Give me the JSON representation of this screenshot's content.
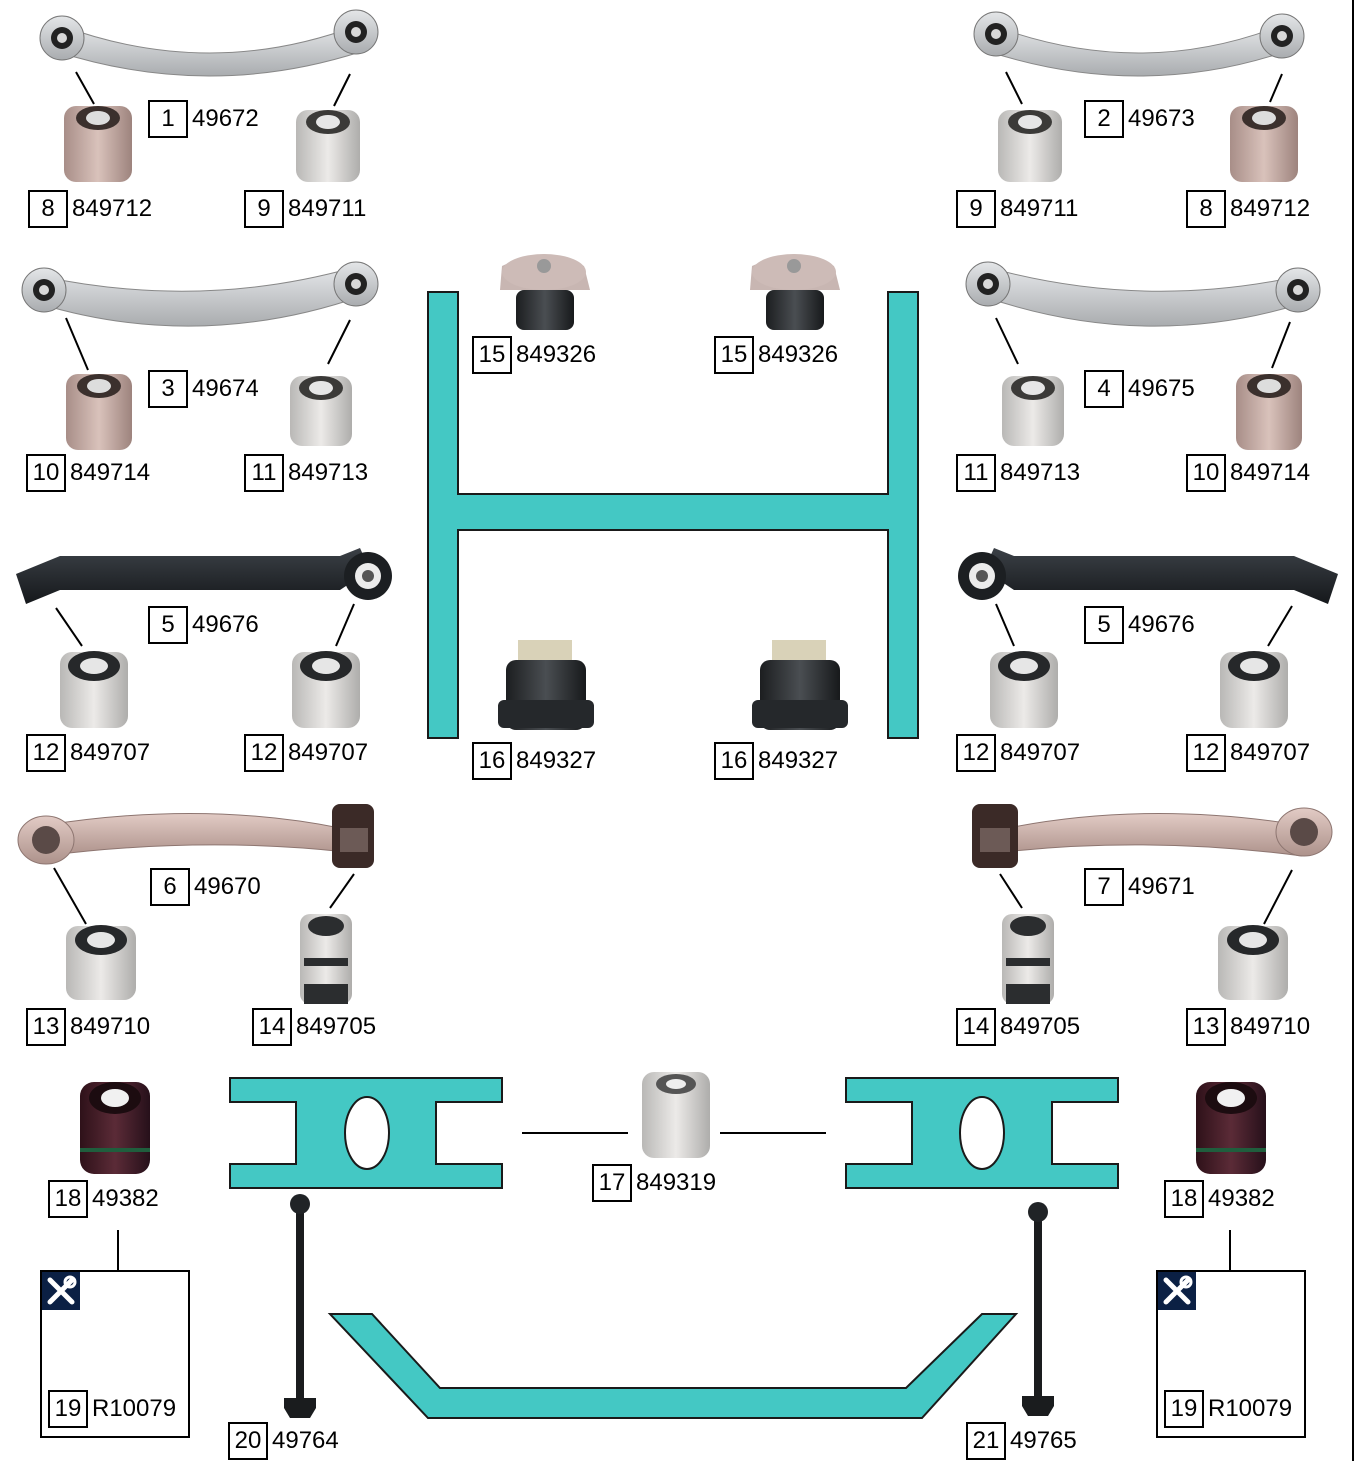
{
  "colors": {
    "frame": "#44c8c4",
    "frame_stroke": "#1a1a1a",
    "arm_light": "#c7c9cb",
    "arm_dark": "#1e2226",
    "arm_copper": "#c9a8a0",
    "bush_copper": "#c8ada5",
    "bush_silver": "#d8d7d5",
    "bush_black": "#2a2c2e",
    "bush_maroon": "#4a1f2a",
    "tool_icon": "#0b2044"
  },
  "labels": [
    {
      "num": "1",
      "code": "49672"
    },
    {
      "num": "2",
      "code": "49673"
    },
    {
      "num": "8",
      "code": "849712"
    },
    {
      "num": "9",
      "code": "849711"
    },
    {
      "num": "9",
      "code": "849711"
    },
    {
      "num": "8",
      "code": "849712"
    },
    {
      "num": "15",
      "code": "849326"
    },
    {
      "num": "15",
      "code": "849326"
    },
    {
      "num": "3",
      "code": "49674"
    },
    {
      "num": "4",
      "code": "49675"
    },
    {
      "num": "10",
      "code": "849714"
    },
    {
      "num": "11",
      "code": "849713"
    },
    {
      "num": "11",
      "code": "849713"
    },
    {
      "num": "10",
      "code": "849714"
    },
    {
      "num": "5",
      "code": "49676"
    },
    {
      "num": "5",
      "code": "49676"
    },
    {
      "num": "12",
      "code": "849707"
    },
    {
      "num": "12",
      "code": "849707"
    },
    {
      "num": "16",
      "code": "849327"
    },
    {
      "num": "16",
      "code": "849327"
    },
    {
      "num": "12",
      "code": "849707"
    },
    {
      "num": "12",
      "code": "849707"
    },
    {
      "num": "6",
      "code": "49670"
    },
    {
      "num": "7",
      "code": "49671"
    },
    {
      "num": "13",
      "code": "849710"
    },
    {
      "num": "14",
      "code": "849705"
    },
    {
      "num": "14",
      "code": "849705"
    },
    {
      "num": "13",
      "code": "849710"
    },
    {
      "num": "18",
      "code": "49382"
    },
    {
      "num": "17",
      "code": "849319"
    },
    {
      "num": "18",
      "code": "49382"
    },
    {
      "num": "19",
      "code": "R10079"
    },
    {
      "num": "19",
      "code": "R10079"
    },
    {
      "num": "20",
      "code": "49764"
    },
    {
      "num": "21",
      "code": "49765"
    }
  ],
  "icons": [
    "wrench-screwdriver-icon",
    "wrench-screwdriver-icon"
  ]
}
